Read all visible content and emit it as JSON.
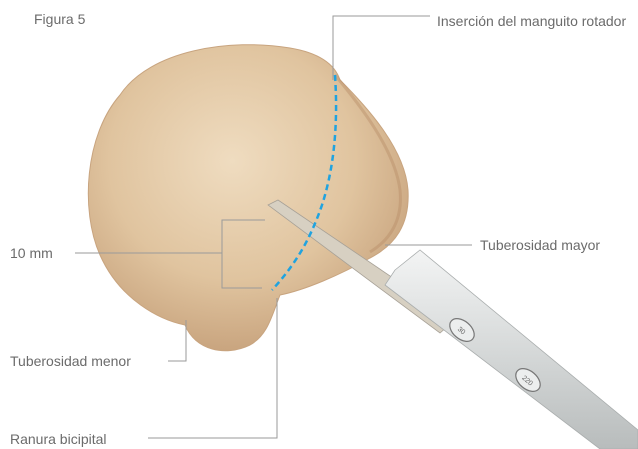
{
  "figure": {
    "title": "Figura 5"
  },
  "labels": {
    "rotator_cuff": "Inserción del manguito rotador",
    "greater_tuberosity": "Tuberosidad mayor",
    "measurement": "10 mm",
    "lesser_tuberosity": "Tuberosidad menor",
    "bicipital_groove": "Ranura bicipital"
  },
  "instrument_marks": [
    "30",
    "220"
  ],
  "colors": {
    "bone": "#e3c9a6",
    "bone_shadow": "#c7a27b",
    "guide_line": "#1fa3e0",
    "leader_line": "#9a9a9a",
    "label_text": "#6b6b6b",
    "instrument": "#d9dcdc"
  }
}
